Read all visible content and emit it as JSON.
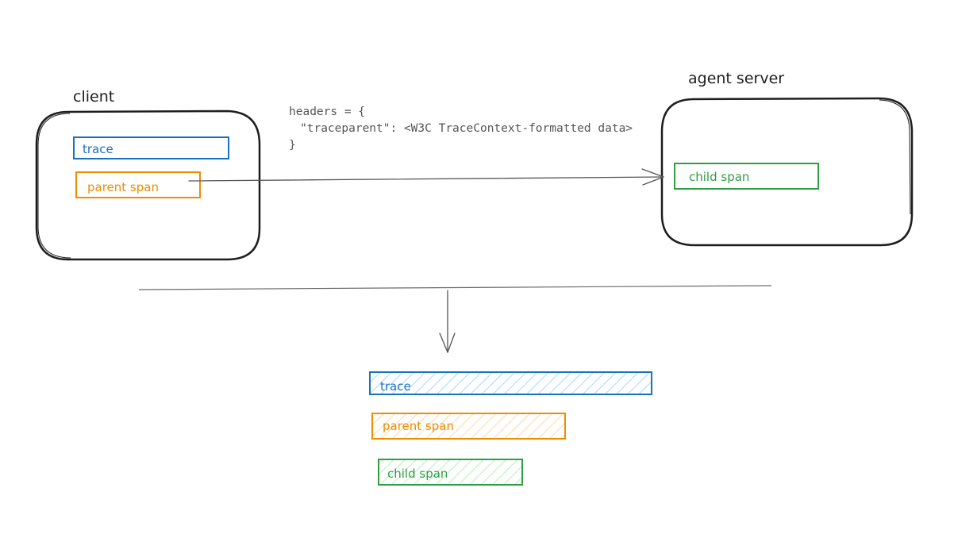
{
  "client": {
    "label": "client",
    "trace_label": "trace",
    "parent_span_label": "parent span"
  },
  "server": {
    "label": "agent server",
    "child_span_label": "child span"
  },
  "headers": {
    "line1": "headers = {",
    "line2": "\"traceparent\": <W3C TraceContext-formatted data>",
    "line3": "}"
  },
  "timeline": {
    "trace_label": "trace",
    "parent_span_label": "parent span",
    "child_span_label": "child span"
  },
  "colors": {
    "stroke": "#1e1e1e",
    "trace_blue": "#1971c2",
    "trace_blue_hatch": "#a5d8ff",
    "span_orange": "#f08c00",
    "span_orange_hatch": "#ffd8a8",
    "span_green": "#2f9e44",
    "span_green_hatch": "#b2f2bb",
    "arrow_gray": "#555555",
    "divider_gray": "#6b6b6b"
  }
}
